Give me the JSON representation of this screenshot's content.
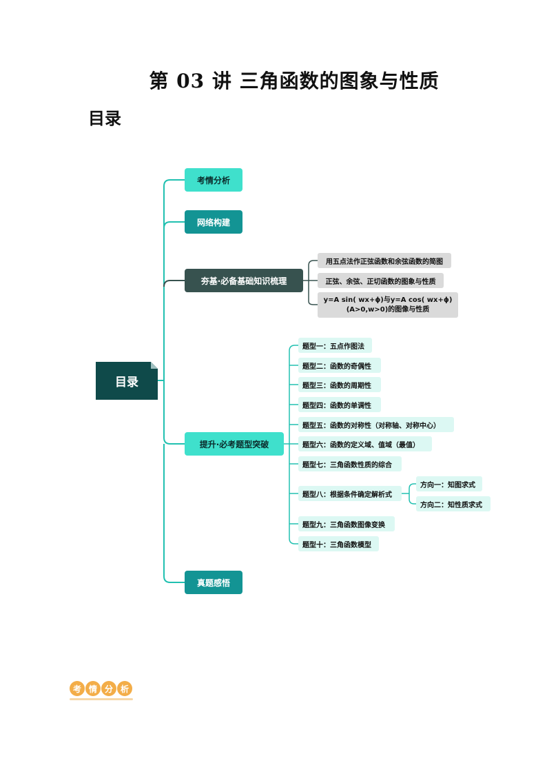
{
  "document": {
    "title": "第 03 讲  三角函数的图象与性质",
    "toc_heading": "目录"
  },
  "mindmap": {
    "root": "目录",
    "branches": {
      "b1": "考情分析",
      "b2": "网络构建",
      "b3": "夯基·必备基础知识梳理",
      "b4": "提升·必考题型突破",
      "b5": "真题感悟"
    },
    "knowledge": [
      "用五点法作正弦函数和余弦函数的简图",
      "正弦、余弦、正切函数的图象与性质",
      "y=A sin( wx+ϕ)与y=A cos( wx+ϕ)",
      "(A>0,w>0)的图像与性质"
    ],
    "types": [
      "题型一：五点作图法",
      "题型二：函数的奇偶性",
      "题型三：函数的周期性",
      "题型四：函数的单调性",
      "题型五：函数的对称性（对称轴、对称中心）",
      "题型六：函数的定义域、值域（最值）",
      "题型七：三角函数性质的综合",
      "题型八：根据条件确定解析式",
      "题型九：三角函数图像变换",
      "题型十：三角函数模型"
    ],
    "directions": [
      "方向一：知图求式",
      "方向二：知性质求式"
    ]
  },
  "footer_badge": [
    "考",
    "情",
    "分",
    "析"
  ],
  "colors": {
    "root": "#0f4a4a",
    "branch_light": "#3fe0cc",
    "branch_teal": "#139494",
    "branch_dark": "#37524f",
    "leaf_grey": "#dadada",
    "leaf_mint": "#dcf8f3",
    "connector": "#20c0b0",
    "badge": "#f3ad48"
  }
}
